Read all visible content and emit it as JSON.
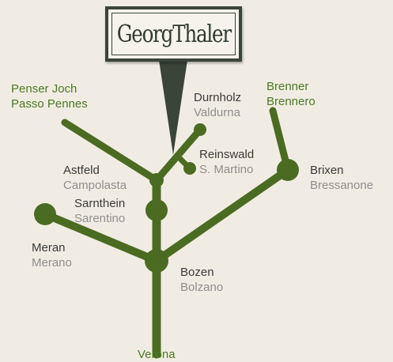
{
  "brand": {
    "name": "GeorgThaler"
  },
  "colors": {
    "background": "#f1ece3",
    "branch": "#4b6b22",
    "pointer": "#3b4438",
    "text_dark": "#3a3a3a",
    "text_light": "#8f8f8f",
    "text_green": "#4b7a24"
  },
  "places": {
    "penser_joch": {
      "de": "Penser Joch",
      "it": "Passo Pennes"
    },
    "durnholz": {
      "de": "Durnholz",
      "it": "Valdurna"
    },
    "brenner": {
      "de": "Brenner",
      "it": "Brennero"
    },
    "reinswald": {
      "de": "Reinswald",
      "it": "S. Martino"
    },
    "astfeld": {
      "de": "Astfeld",
      "it": "Campolasta"
    },
    "brixen": {
      "de": "Brixen",
      "it": "Bressanone"
    },
    "sarnthein": {
      "de": "Sarnthein",
      "it": "Sarentino"
    },
    "meran": {
      "de": "Meran",
      "it": "Merano"
    },
    "bozen": {
      "de": "Bozen",
      "it": "Bolzano"
    },
    "verona": {
      "de": "Verona"
    }
  }
}
